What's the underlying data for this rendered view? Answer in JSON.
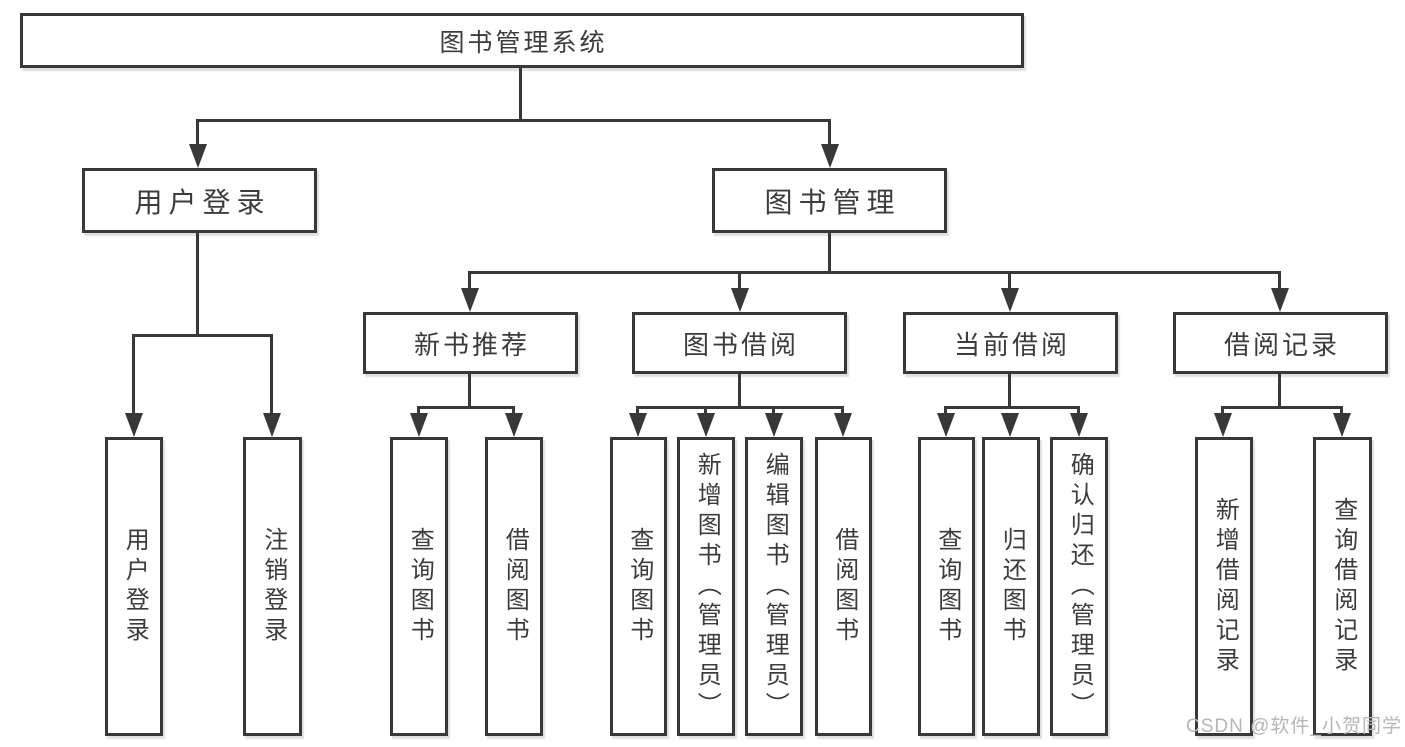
{
  "diagram_type": "hierarchy-tree",
  "title": "图书管理系统",
  "nodes": {
    "root": "图书管理系统",
    "user_login": "用户登录",
    "book_mgmt": "图书管理",
    "new_book": "新书推荐",
    "book_borrow": "图书借阅",
    "current_borrow": "当前借阅",
    "borrow_record": "借阅记录",
    "ul_login": "用户登录",
    "ul_logout": "注销登录",
    "nb_query": "查询图书",
    "nb_borrow": "借阅图书",
    "bb_query": "查询图书",
    "bb_add": "新增图书（管理员）",
    "bb_edit": "编辑图书（管理员）",
    "bb_borrow": "借阅图书",
    "cb_query": "查询图书",
    "cb_return": "归还图书",
    "cb_confirm": "确认归还（管理员）",
    "br_add": "新增借阅记录",
    "br_query": "查询借阅记录"
  },
  "hierarchy": {
    "图书管理系统": {
      "用户登录": [
        "用户登录",
        "注销登录"
      ],
      "图书管理": {
        "新书推荐": [
          "查询图书",
          "借阅图书"
        ],
        "图书借阅": [
          "查询图书",
          "新增图书（管理员）",
          "编辑图书（管理员）",
          "借阅图书"
        ],
        "当前借阅": [
          "查询图书",
          "归还图书",
          "确认归还（管理员）"
        ],
        "借阅记录": [
          "新增借阅记录",
          "查询借阅记录"
        ]
      }
    }
  },
  "watermark": "CSDN @软件_小贺同学",
  "colors": {
    "line": "#383838",
    "text": "#3c3c3c",
    "watermark": "#b6b6b6",
    "background": "#ffffff"
  }
}
